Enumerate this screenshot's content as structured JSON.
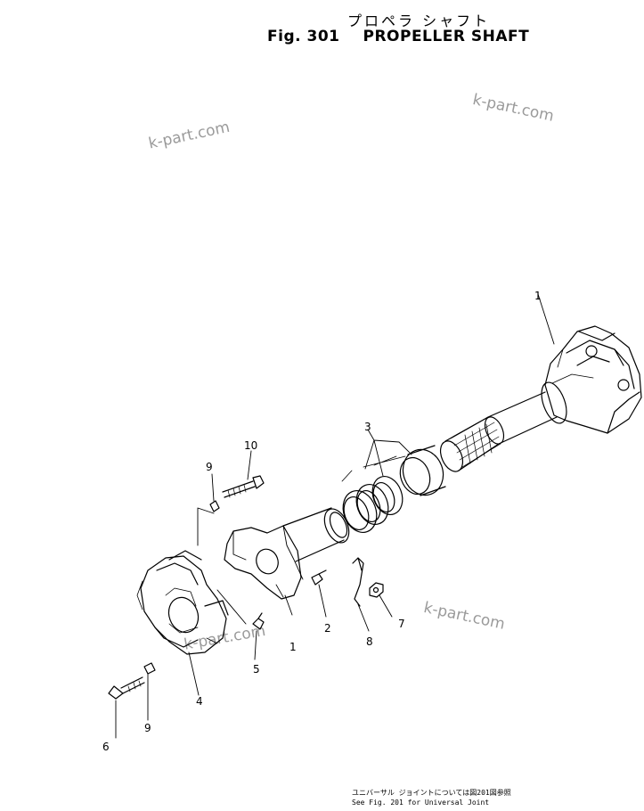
{
  "figure": {
    "title_jp": "プロペラ シャフト",
    "fig_number": "Fig. 301",
    "title_en": "PROPELLER SHAFT"
  },
  "watermarks": [
    "k-part.com",
    "k-part.com",
    "k-part.com",
    "k-part.com"
  ],
  "parts": {
    "p1a": "1",
    "p1b": "1",
    "p2": "2",
    "p3": "3",
    "p4": "4",
    "p5": "5",
    "p6": "6",
    "p7": "7",
    "p8": "8",
    "p9a": "9",
    "p9b": "9",
    "p10": "10"
  },
  "footnote": {
    "jp": "ユニバーサル ジョイントについては図201図参照",
    "en": "See Fig. 201 for  Universal Joint"
  }
}
